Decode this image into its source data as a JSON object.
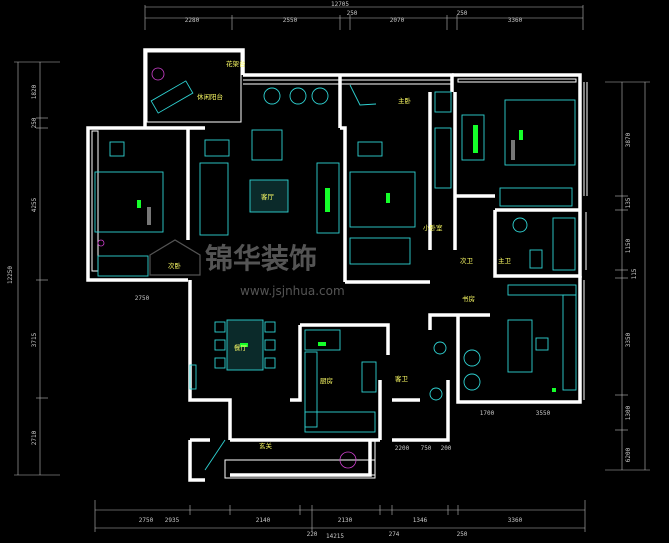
{
  "colors": {
    "background": "#000000",
    "wall": "#ffffff",
    "furniture": "#2fd3d3",
    "label": "#ffff66",
    "accent": "#15ff2a",
    "dimension": "#c8c8c8"
  },
  "watermark": {
    "brand": "锦华装饰",
    "url": "www.jsjnhua.com"
  },
  "dimensions": {
    "top_overall": "12705",
    "top_segments": [
      "2280",
      "2550",
      "250",
      "2070",
      "250",
      "3360"
    ],
    "bottom_overall": "14215",
    "bottom_segments": [
      "2750",
      "2935",
      "2140",
      "220",
      "2130",
      "274",
      "1346",
      "250",
      "3360"
    ],
    "left_overall": "12250",
    "left_segments": [
      "1820",
      "250",
      "4255",
      "3715",
      "2710"
    ],
    "right_segments": [
      "3870",
      "135",
      "1150",
      "115",
      "3350",
      "1300",
      "6200"
    ],
    "inner": [
      "2750",
      "1700",
      "3550",
      "2200",
      "750",
      "200"
    ]
  },
  "rooms": {
    "balcony_top": "休闲阳台",
    "living_room": "客厅",
    "master_bedroom": "主卧",
    "bedroom_left": "次卧",
    "bedroom_mid": "小卧室",
    "secondary_bath": "次卫",
    "master_bath": "主卫",
    "dining_room": "餐厅",
    "kitchen": "厨房",
    "guest_bath": "客卫",
    "study": "书房",
    "entrance": "玄关",
    "flower_stand": "花架台"
  }
}
